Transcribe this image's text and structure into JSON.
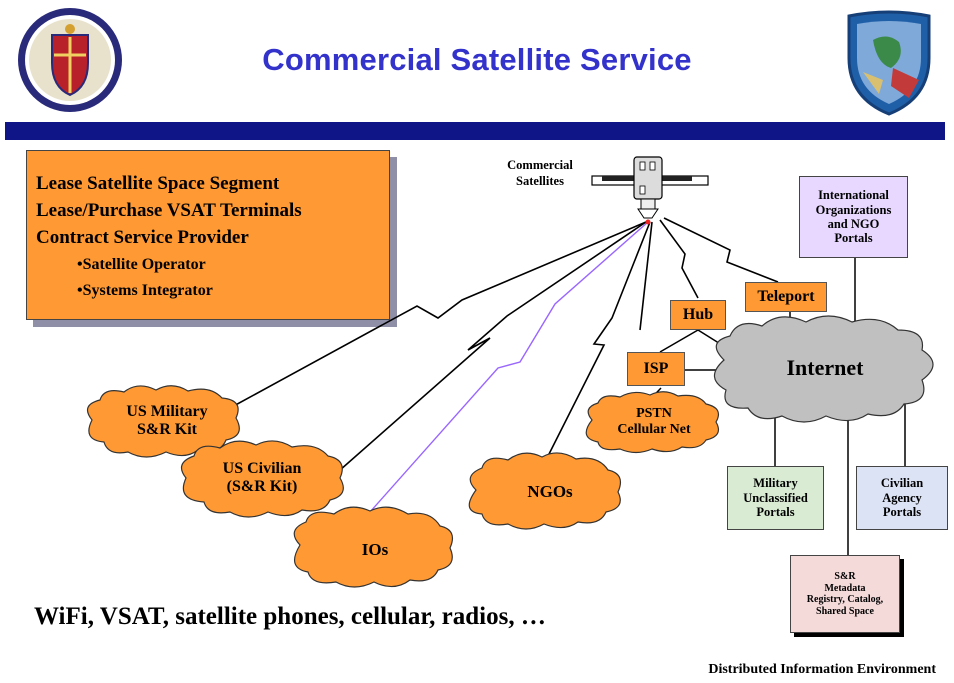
{
  "title": "Commercial Satellite Service",
  "info_box": {
    "lines": [
      "Lease Satellite Space Segment",
      "Lease/Purchase VSAT Terminals",
      "Contract Service Provider"
    ],
    "bullets": [
      "•Satellite Operator",
      "•Systems Integrator"
    ]
  },
  "satellite_label": [
    "Commercial",
    "Satellites"
  ],
  "nodes": {
    "hub": "Hub",
    "isp": "ISP",
    "teleport": "Teleport",
    "internet": "Internet",
    "pstn": [
      "PSTN",
      "Cellular Net"
    ],
    "intl": [
      "International",
      "Organizations",
      "and NGO",
      "Portals"
    ],
    "military": [
      "Military",
      "Unclassified",
      "Portals"
    ],
    "civilian": [
      "Civilian",
      "Agency",
      "Portals"
    ],
    "sr_meta": [
      "S&R",
      "Metadata",
      "Registry, Catalog,",
      "Shared Space"
    ]
  },
  "clouds": {
    "us_military": [
      "US Military",
      "S&R Kit"
    ],
    "us_civilian": [
      "US Civilian",
      "(S&R Kit)"
    ],
    "ngos": "NGOs",
    "ios": "IOs"
  },
  "bottom_text": "WiFi, VSAT, satellite phones, cellular, radios, …",
  "footer": "Distributed Information Environment",
  "colors": {
    "title": "#3333cc",
    "band": "#0f1487",
    "orange": "#ff9933",
    "internet_cloud": "#c0c0c0",
    "intl_portal": "#e8d8ff",
    "military_portal": "#d9ecd3",
    "civilian_portal": "#dce3f5",
    "sr_portal": "#f5dada"
  }
}
